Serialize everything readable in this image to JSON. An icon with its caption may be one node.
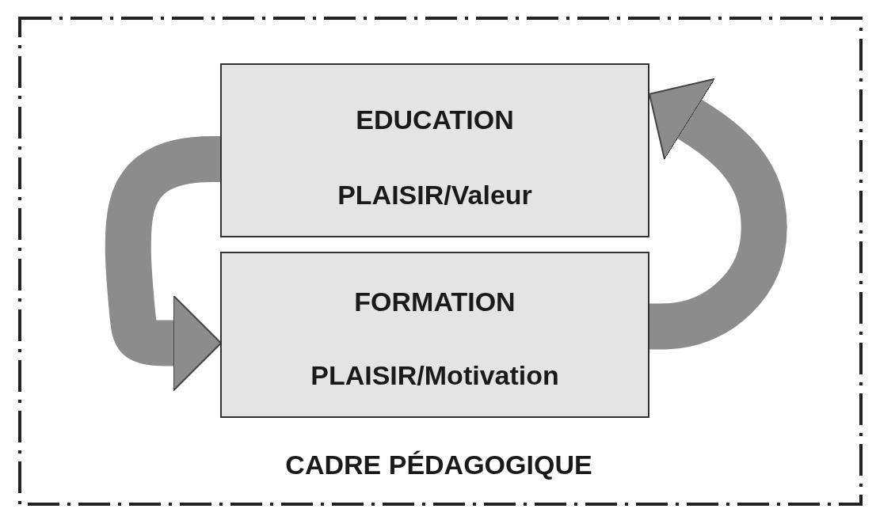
{
  "diagram": {
    "nodes": [
      {
        "text": [
          "CADRE PÉDAGOGIQUE"
        ]
      },
      {
        "text": [
          "EDUCATION",
          "PLAISIR/Valeur"
        ],
        "in": 0
      },
      {
        "text": [
          "FORMATION",
          "PLAISIR/Motivation"
        ],
        "in": 0
      }
    ],
    "edges": [
      {
        "from": 1,
        "to": 2,
        "arrow": "to"
      },
      {
        "from": 2,
        "to": 1,
        "arrow": "to"
      }
    ]
  }
}
